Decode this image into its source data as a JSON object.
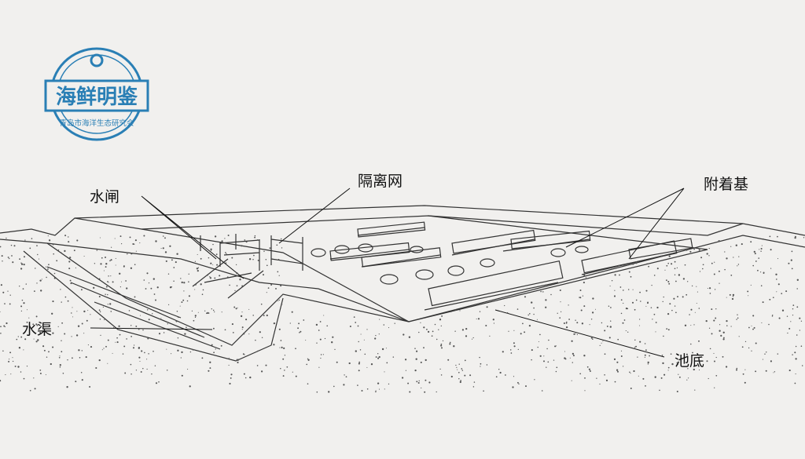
{
  "stamp": {
    "title": "海鲜明鉴",
    "subtitle": "青岛市海洋生态研究会",
    "color": "#2a7fb5"
  },
  "labels": {
    "sluice_gate": "水闸",
    "isolation_net": "隔离网",
    "attachment_base": "附着基",
    "water_channel": "水渠",
    "pond_bottom": "池底"
  },
  "colors": {
    "ink": "#222222",
    "paper": "#f1f0ee"
  }
}
